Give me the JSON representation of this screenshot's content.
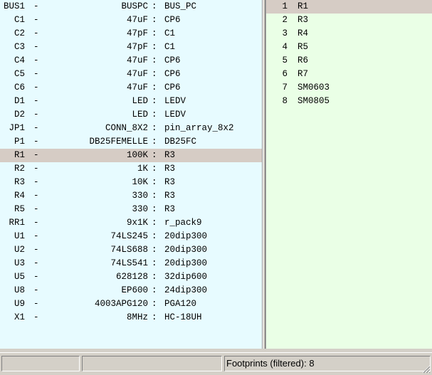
{
  "components": [
    {
      "ref": "BUS1",
      "value": "BUSPC",
      "footprint": "BUS_PC"
    },
    {
      "ref": "C1",
      "value": "47uF",
      "footprint": "CP6"
    },
    {
      "ref": "C2",
      "value": "47pF",
      "footprint": "C1"
    },
    {
      "ref": "C3",
      "value": "47pF",
      "footprint": "C1"
    },
    {
      "ref": "C4",
      "value": "47uF",
      "footprint": "CP6"
    },
    {
      "ref": "C5",
      "value": "47uF",
      "footprint": "CP6"
    },
    {
      "ref": "C6",
      "value": "47uF",
      "footprint": "CP6"
    },
    {
      "ref": "D1",
      "value": "LED",
      "footprint": "LEDV"
    },
    {
      "ref": "D2",
      "value": "LED",
      "footprint": "LEDV"
    },
    {
      "ref": "JP1",
      "value": "CONN_8X2",
      "footprint": "pin_array_8x2"
    },
    {
      "ref": "P1",
      "value": "DB25FEMELLE",
      "footprint": "DB25FC"
    },
    {
      "ref": "R1",
      "value": "100K",
      "footprint": "R3",
      "selected": true
    },
    {
      "ref": "R2",
      "value": "1K",
      "footprint": "R3"
    },
    {
      "ref": "R3",
      "value": "10K",
      "footprint": "R3"
    },
    {
      "ref": "R4",
      "value": "330",
      "footprint": "R3"
    },
    {
      "ref": "R5",
      "value": "330",
      "footprint": "R3"
    },
    {
      "ref": "RR1",
      "value": "9x1K",
      "footprint": "r_pack9"
    },
    {
      "ref": "U1",
      "value": "74LS245",
      "footprint": "20dip300"
    },
    {
      "ref": "U2",
      "value": "74LS688",
      "footprint": "20dip300"
    },
    {
      "ref": "U3",
      "value": "74LS541",
      "footprint": "20dip300"
    },
    {
      "ref": "U5",
      "value": "628128",
      "footprint": "32dip600"
    },
    {
      "ref": "U8",
      "value": "EP600",
      "footprint": "24dip300"
    },
    {
      "ref": "U9",
      "value": "4003APG120",
      "footprint": "PGA120"
    },
    {
      "ref": "X1",
      "value": "8MHz",
      "footprint": "HC-18UH"
    }
  ],
  "separator_dash": "-",
  "separator_colon": ":",
  "footprints": [
    {
      "num": "1",
      "name": "R1",
      "selected": true
    },
    {
      "num": "2",
      "name": "R3"
    },
    {
      "num": "3",
      "name": "R4"
    },
    {
      "num": "4",
      "name": "R5"
    },
    {
      "num": "5",
      "name": "R6"
    },
    {
      "num": "6",
      "name": "R7"
    },
    {
      "num": "7",
      "name": "SM0603"
    },
    {
      "num": "8",
      "name": "SM0805"
    }
  ],
  "status": {
    "panel1": "",
    "panel2": "",
    "panel3": "Footprints (filtered): 8"
  },
  "colors": {
    "left_bg": "#e7fbff",
    "right_bg": "#eaffe6",
    "selection": "#d6ccc5"
  }
}
